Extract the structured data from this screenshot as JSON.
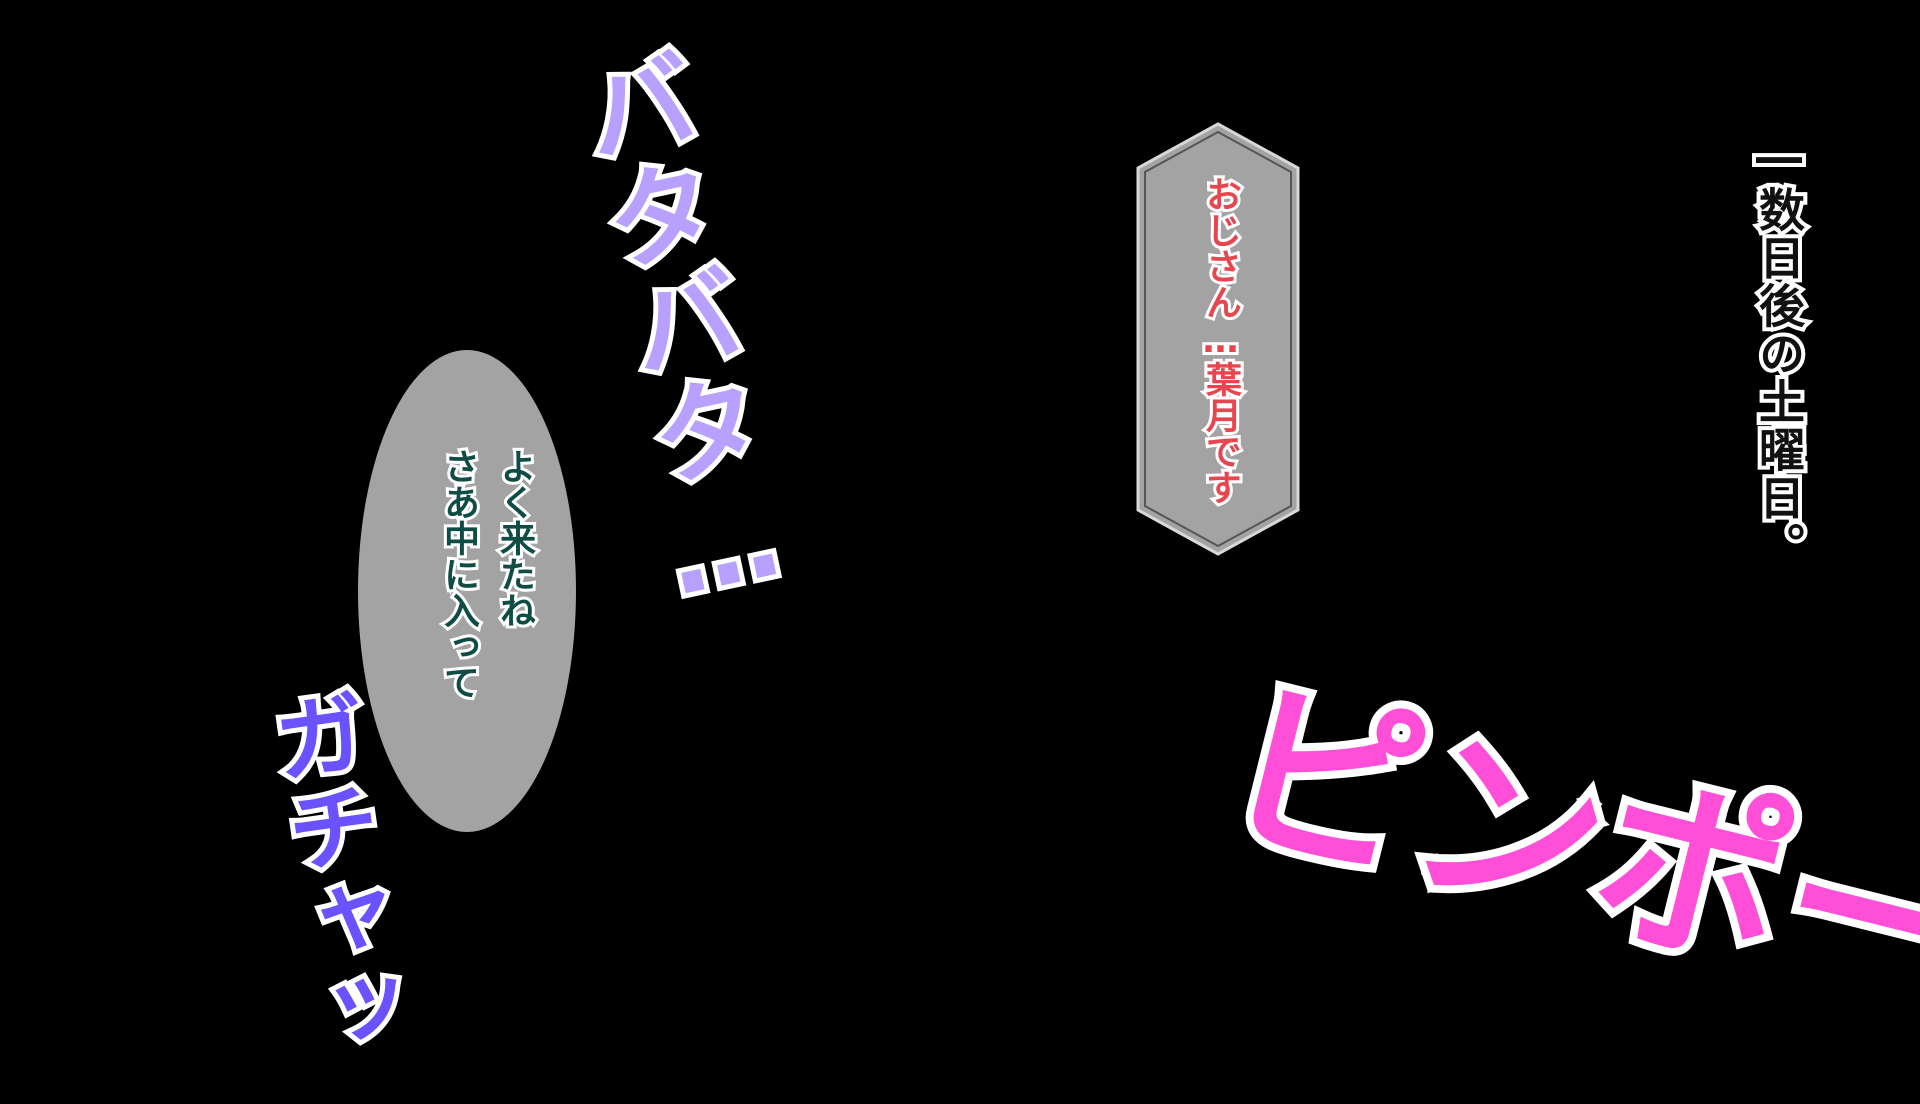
{
  "narration": "―数日後の土曜日。",
  "dialogue_ellipse": {
    "line1": "よく来たね",
    "line2": "さあ中に入って"
  },
  "dialogue_hex": "おじさん…葉月です",
  "sfx": {
    "footsteps": "バタバタ…",
    "door": "ガチャッ",
    "doorbell": "ピンポーン"
  },
  "colors": {
    "background": "#000000",
    "bubble_fill": "#a3a3a3",
    "ellipse_text": "#0e4c45",
    "hex_text": "#e8464f",
    "sfx_pink": "#ff4fd8",
    "sfx_purple": "#b8a0ff",
    "sfx_blue": "#6a52ff"
  }
}
